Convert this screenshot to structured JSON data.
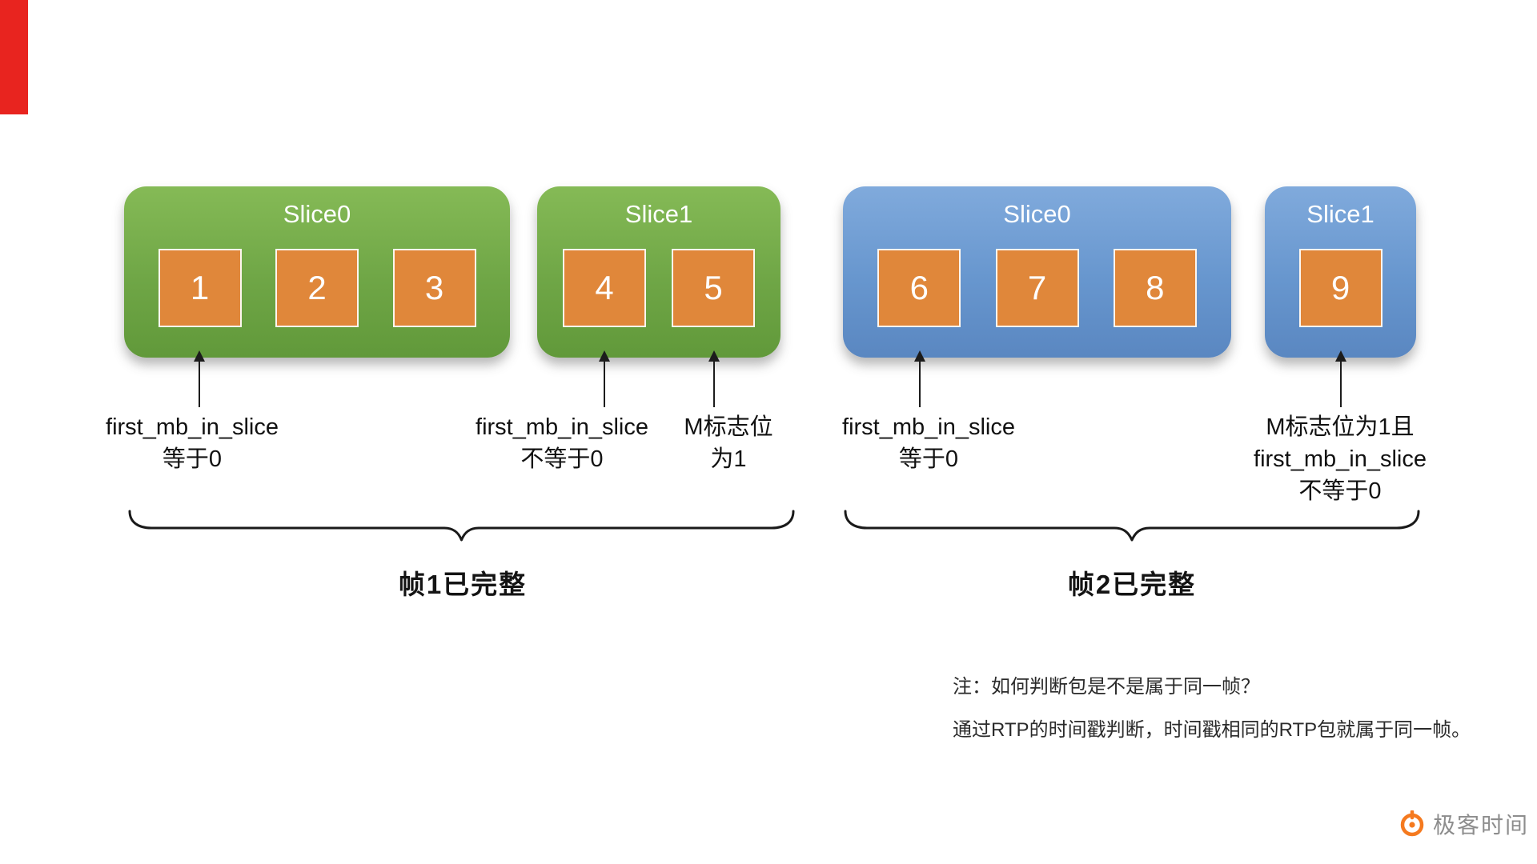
{
  "frames": [
    {
      "label": "帧1已完整",
      "slices": [
        {
          "title": "Slice0",
          "blocks": [
            "1",
            "2",
            "3"
          ]
        },
        {
          "title": "Slice1",
          "blocks": [
            "4",
            "5"
          ]
        }
      ]
    },
    {
      "label": "帧2已完整",
      "slices": [
        {
          "title": "Slice0",
          "blocks": [
            "6",
            "7",
            "8"
          ]
        },
        {
          "title": "Slice1",
          "blocks": [
            "9"
          ]
        }
      ]
    }
  ],
  "annotations": [
    {
      "lines": [
        "first_mb_in_slice",
        "等于0"
      ]
    },
    {
      "lines": [
        "first_mb_in_slice",
        "不等于0"
      ]
    },
    {
      "lines": [
        "M标志位",
        "为1"
      ]
    },
    {
      "lines": [
        "first_mb_in_slice",
        "等于0"
      ]
    },
    {
      "lines": [
        "M标志位为1且",
        "first_mb_in_slice",
        "不等于0"
      ]
    }
  ],
  "notes": {
    "line1": "注：如何判断包是不是属于同一帧？",
    "line2": "通过RTP的时间戳判断，时间戳相同的RTP包就属于同一帧。"
  },
  "logo": {
    "text": "极客时间"
  },
  "colors": {
    "slice_green": "#6fa646",
    "slice_blue": "#6796ce",
    "block_orange": "#e0873a",
    "red_strip": "#e8241f",
    "logo_orange": "#f57a1f"
  }
}
